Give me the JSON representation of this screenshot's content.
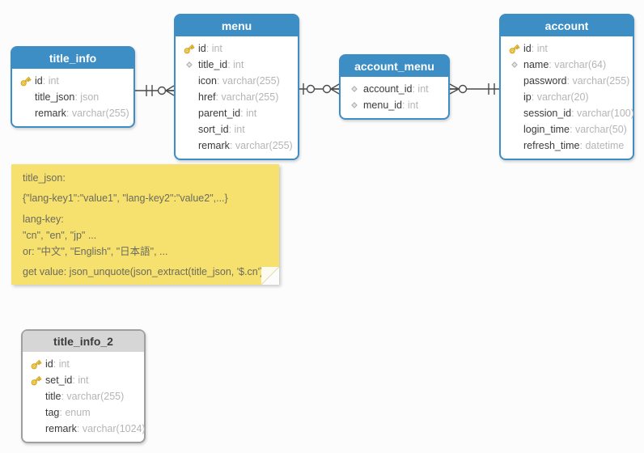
{
  "diagram": {
    "background": "#fcfcfc",
    "tool_style": "EER diagram"
  },
  "palette": {
    "table_header_blue": "#3d8ec5",
    "table_header_gray": "#d6d6d6",
    "field_name_text": "#3a3a3a",
    "field_type_text": "#b5b5b5",
    "note_yellow": "#f6e16e",
    "note_text": "#6b6b5e",
    "connector_line": "#4a4a4a",
    "key_gold": "#f9d44a"
  },
  "icons": {
    "key-icon": "gold key (primary key column)",
    "diamond-icon": "gray diamond (foreign key / index column)"
  },
  "tables": [
    {
      "id": "title_info",
      "name": "title_info",
      "style": "blue",
      "fields": [
        {
          "icon": "key",
          "name": "id",
          "type": "int"
        },
        {
          "icon": "none",
          "name": "title_json",
          "type": "json"
        },
        {
          "icon": "none",
          "name": "remark",
          "type": "varchar(255)"
        }
      ]
    },
    {
      "id": "menu",
      "name": "menu",
      "style": "blue",
      "fields": [
        {
          "icon": "key",
          "name": "id",
          "type": "int"
        },
        {
          "icon": "diamond",
          "name": "title_id",
          "type": "int"
        },
        {
          "icon": "none",
          "name": "icon",
          "type": "varchar(255)"
        },
        {
          "icon": "none",
          "name": "href",
          "type": "varchar(255)"
        },
        {
          "icon": "none",
          "name": "parent_id",
          "type": "int"
        },
        {
          "icon": "none",
          "name": "sort_id",
          "type": "int"
        },
        {
          "icon": "none",
          "name": "remark",
          "type": "varchar(255)"
        }
      ]
    },
    {
      "id": "account_menu",
      "name": "account_menu",
      "style": "blue",
      "fields": [
        {
          "icon": "diamond",
          "name": "account_id",
          "type": "int"
        },
        {
          "icon": "diamond",
          "name": "menu_id",
          "type": "int"
        }
      ]
    },
    {
      "id": "account",
      "name": "account",
      "style": "blue",
      "fields": [
        {
          "icon": "key",
          "name": "id",
          "type": "int"
        },
        {
          "icon": "diamond",
          "name": "name",
          "type": "varchar(64)"
        },
        {
          "icon": "none",
          "name": "password",
          "type": "varchar(255)"
        },
        {
          "icon": "none",
          "name": "ip",
          "type": "varchar(20)"
        },
        {
          "icon": "none",
          "name": "session_id",
          "type": "varchar(100)"
        },
        {
          "icon": "none",
          "name": "login_time",
          "type": "varchar(50)"
        },
        {
          "icon": "none",
          "name": "refresh_time",
          "type": "datetime"
        }
      ]
    },
    {
      "id": "title_info_2",
      "name": "title_info_2",
      "style": "gray",
      "fields": [
        {
          "icon": "key",
          "name": "id",
          "type": "int"
        },
        {
          "icon": "key",
          "name": "set_id",
          "type": "int"
        },
        {
          "icon": "none",
          "name": "title",
          "type": "varchar(255)"
        },
        {
          "icon": "none",
          "name": "tag",
          "type": "enum"
        },
        {
          "icon": "none",
          "name": "remark",
          "type": "varchar(1024)"
        }
      ]
    }
  ],
  "relationships": [
    {
      "from": "title_info",
      "to": "menu",
      "from_cardinality": "exactly-one (||)",
      "to_cardinality": "zero-or-many (o<)"
    },
    {
      "from": "menu",
      "to": "account_menu",
      "from_cardinality": "one-optional (|o)",
      "to_cardinality": "zero-or-many (o<)"
    },
    {
      "from": "account_menu",
      "to": "account",
      "from_cardinality": "zero-or-many (>o)",
      "to_cardinality": "exactly-one (||)"
    }
  ],
  "note": {
    "lines": [
      "title_json:",
      "{\"lang-key1\":\"value1\", \"lang-key2\":\"value2\",...}",
      "lang-key:",
      "\"cn\", \"en\", \"jp\" ...",
      "or: \"中文\", \"English\", \"日本語\", ...",
      "get value: json_unquote(json_extract(title_json, '$.cn')"
    ]
  }
}
